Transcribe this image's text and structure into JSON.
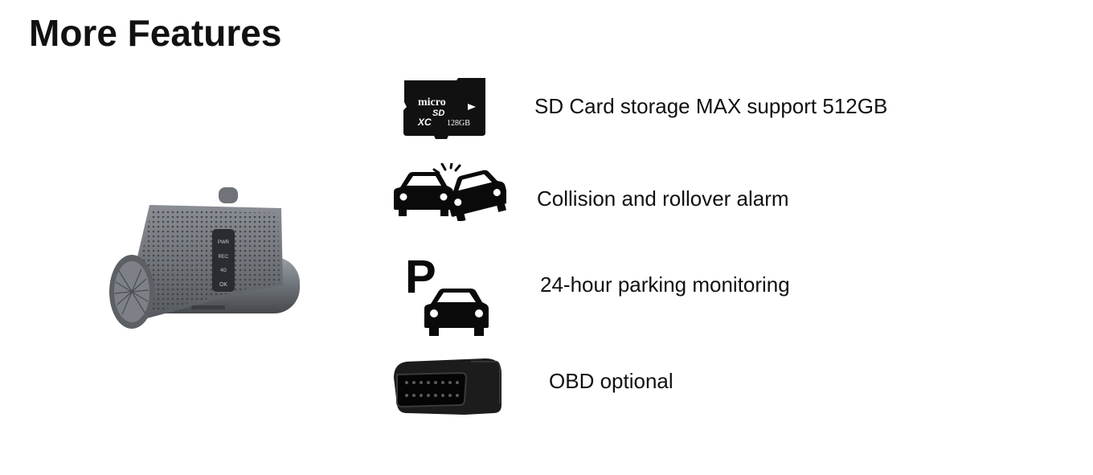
{
  "page": {
    "title": "More Features"
  },
  "device": {
    "icon": "dashcam-image",
    "button_labels": [
      "PWR",
      "REC",
      "4G",
      "OK"
    ]
  },
  "features": [
    {
      "icon": "micro-sd-card-icon",
      "text": "SD Card storage MAX support 512GB",
      "card_brand": "micro",
      "card_sub": "SD",
      "card_type": "XC",
      "card_capacity": "128GB"
    },
    {
      "icon": "car-collision-icon",
      "text": "Collision and rollover alarm"
    },
    {
      "icon": "parking-car-icon",
      "text": "24-hour parking monitoring",
      "glyph": "P"
    },
    {
      "icon": "obd-connector-icon",
      "text": "OBD optional"
    }
  ],
  "colors": {
    "text": "#111111",
    "device_body": "#6b6f75",
    "icon": "#0a0a0a"
  }
}
